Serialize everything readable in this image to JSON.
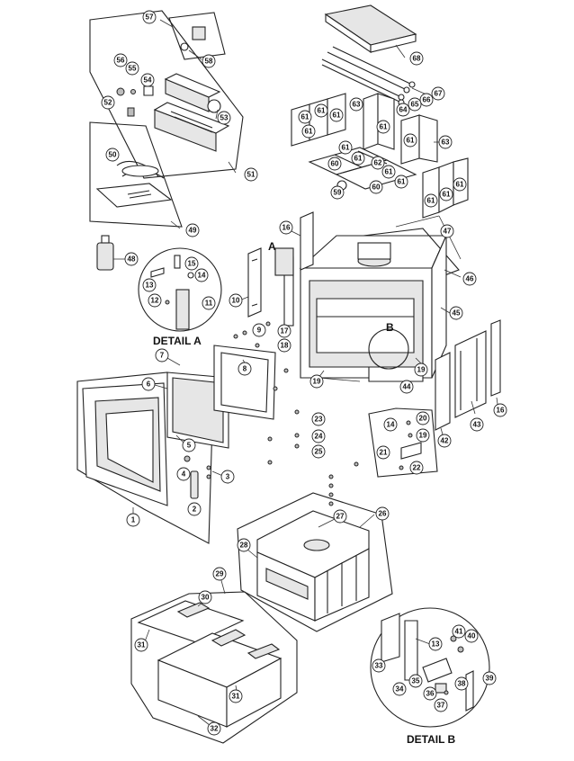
{
  "detail_labels": {
    "detail_a": "DETAIL A",
    "detail_b": "DETAIL B"
  },
  "view_letters": {
    "a": "A",
    "b": "B"
  },
  "callouts": {
    "c1": "1",
    "c2": "2",
    "c3": "3",
    "c4": "4",
    "c5": "5",
    "c6": "6",
    "c7": "7",
    "c8": "8",
    "c9": "9",
    "c10": "10",
    "c11": "11",
    "c12": "12",
    "c13": "13",
    "c14": "14",
    "c15": "15",
    "c16": "16",
    "c17": "17",
    "c18": "18",
    "c19": "19",
    "c20": "20",
    "c21": "21",
    "c22": "22",
    "c23": "23",
    "c24": "24",
    "c25": "25",
    "c26": "26",
    "c27": "27",
    "c28": "28",
    "c29": "29",
    "c30": "30",
    "c31": "31",
    "c32": "32",
    "c33": "33",
    "c34": "34",
    "c35": "35",
    "c36": "36",
    "c37": "37",
    "c38": "38",
    "c39": "39",
    "c40": "40",
    "c41": "41",
    "c42": "42",
    "c43": "43",
    "c44": "44",
    "c45": "45",
    "c46": "46",
    "c47": "47",
    "c48": "48",
    "c49": "49",
    "c50": "50",
    "c51": "51",
    "c52": "52",
    "c53": "53",
    "c54": "54",
    "c55": "55",
    "c56": "56",
    "c57": "57",
    "c58": "58",
    "c59": "59",
    "c60": "60",
    "c61": "61",
    "c62": "62",
    "c63": "63",
    "c64": "64",
    "c65": "65",
    "c66": "66",
    "c67": "67",
    "c68": "68"
  }
}
